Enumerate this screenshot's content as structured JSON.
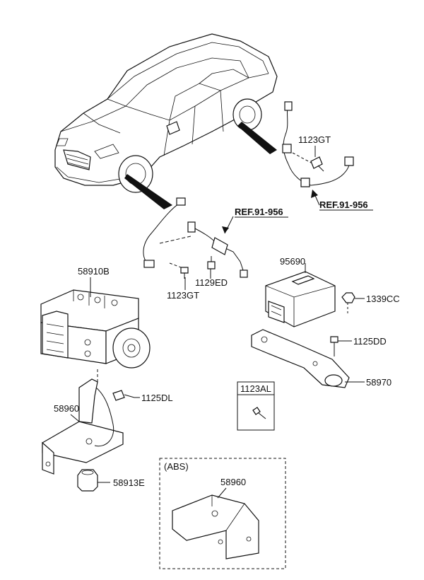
{
  "labels": {
    "ref_top": "REF.91-956",
    "ref_right": "REF.91-956",
    "bolt_right": "1123GT",
    "bolt_front": "1123GT",
    "clip_front": "1129ED",
    "abs_unit": "58910B",
    "sensor_unit": "95690",
    "nut": "1339CC",
    "bolt_sensor": "1125DD",
    "sensor_bracket": "58970",
    "bolt_abs": "1125DL",
    "abs_bracket": "58960",
    "grommet": "58913E",
    "boxed_part": "1123AL",
    "abs_option": "(ABS)",
    "abs_option_bracket": "58960"
  }
}
